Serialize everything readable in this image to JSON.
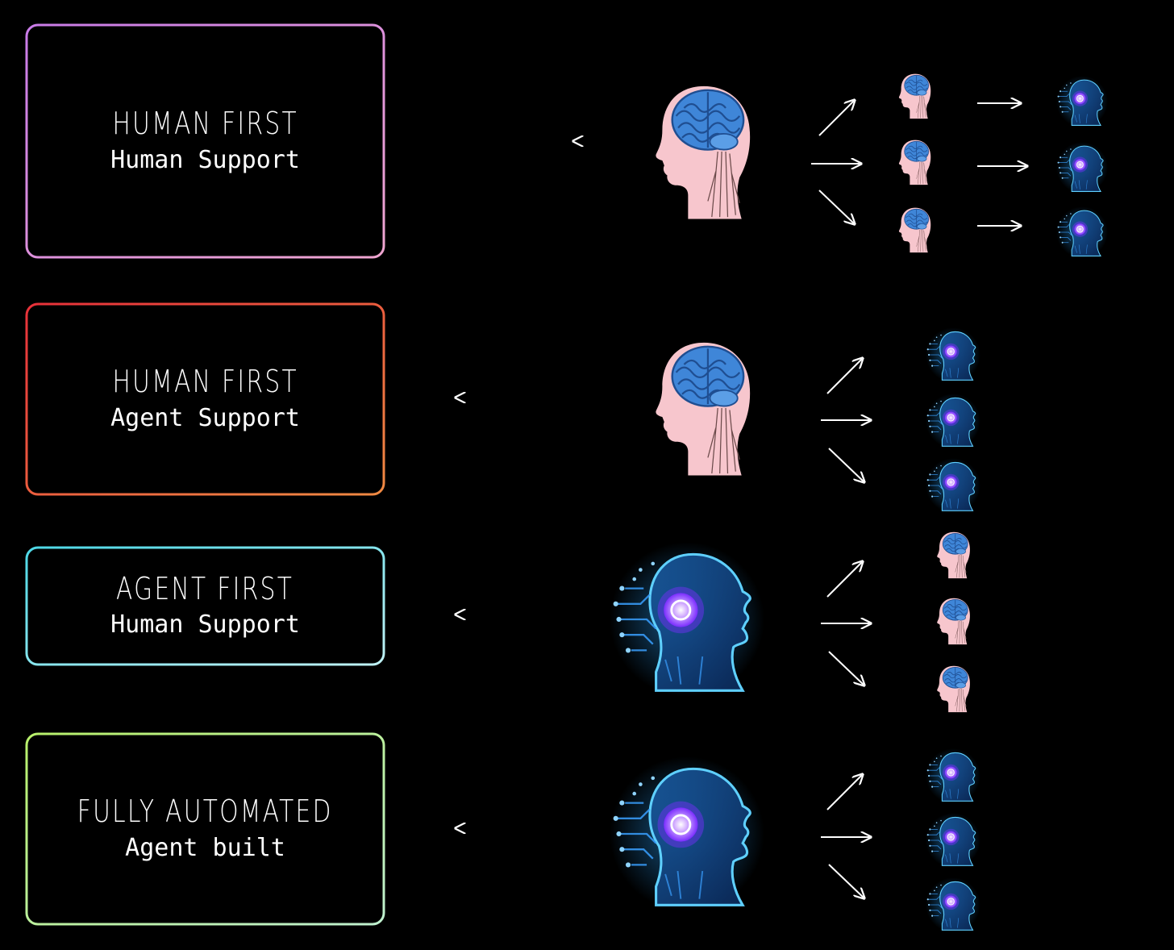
{
  "colors": {
    "background": "#000000",
    "row1": [
      "#c97be8",
      "#efa5d0"
    ],
    "row2": [
      "#e8313a",
      "#f08a43"
    ],
    "row3": [
      "#4dd8e6",
      "#bff1f4"
    ],
    "row4": [
      "#b8f06a",
      "#bff0cf"
    ],
    "human_skin": "#f7c6cd",
    "human_brain": "#3f86d8",
    "agent_glow": "#1f8fd6",
    "agent_core": "#a45bff"
  },
  "rows": [
    {
      "title": "HUMAN FIRST",
      "subtitle": "Human Support",
      "lead": "human-head-icon",
      "fanout": [
        "human-head-icon",
        "human-head-icon",
        "human-head-icon"
      ],
      "chain": [
        "agent-head-icon",
        "agent-head-icon",
        "agent-head-icon"
      ]
    },
    {
      "title": "HUMAN FIRST",
      "subtitle": "Agent Support",
      "lead": "human-head-icon",
      "fanout": [
        "agent-head-icon",
        "agent-head-icon",
        "agent-head-icon"
      ]
    },
    {
      "title": "AGENT FIRST",
      "subtitle": "Human Support",
      "lead": "agent-head-icon",
      "fanout": [
        "human-head-icon",
        "human-head-icon",
        "human-head-icon"
      ]
    },
    {
      "title": "FULLY AUTOMATED",
      "subtitle": "Agent built",
      "lead": "agent-head-icon",
      "fanout": [
        "agent-head-icon",
        "agent-head-icon",
        "agent-head-icon"
      ]
    }
  ]
}
